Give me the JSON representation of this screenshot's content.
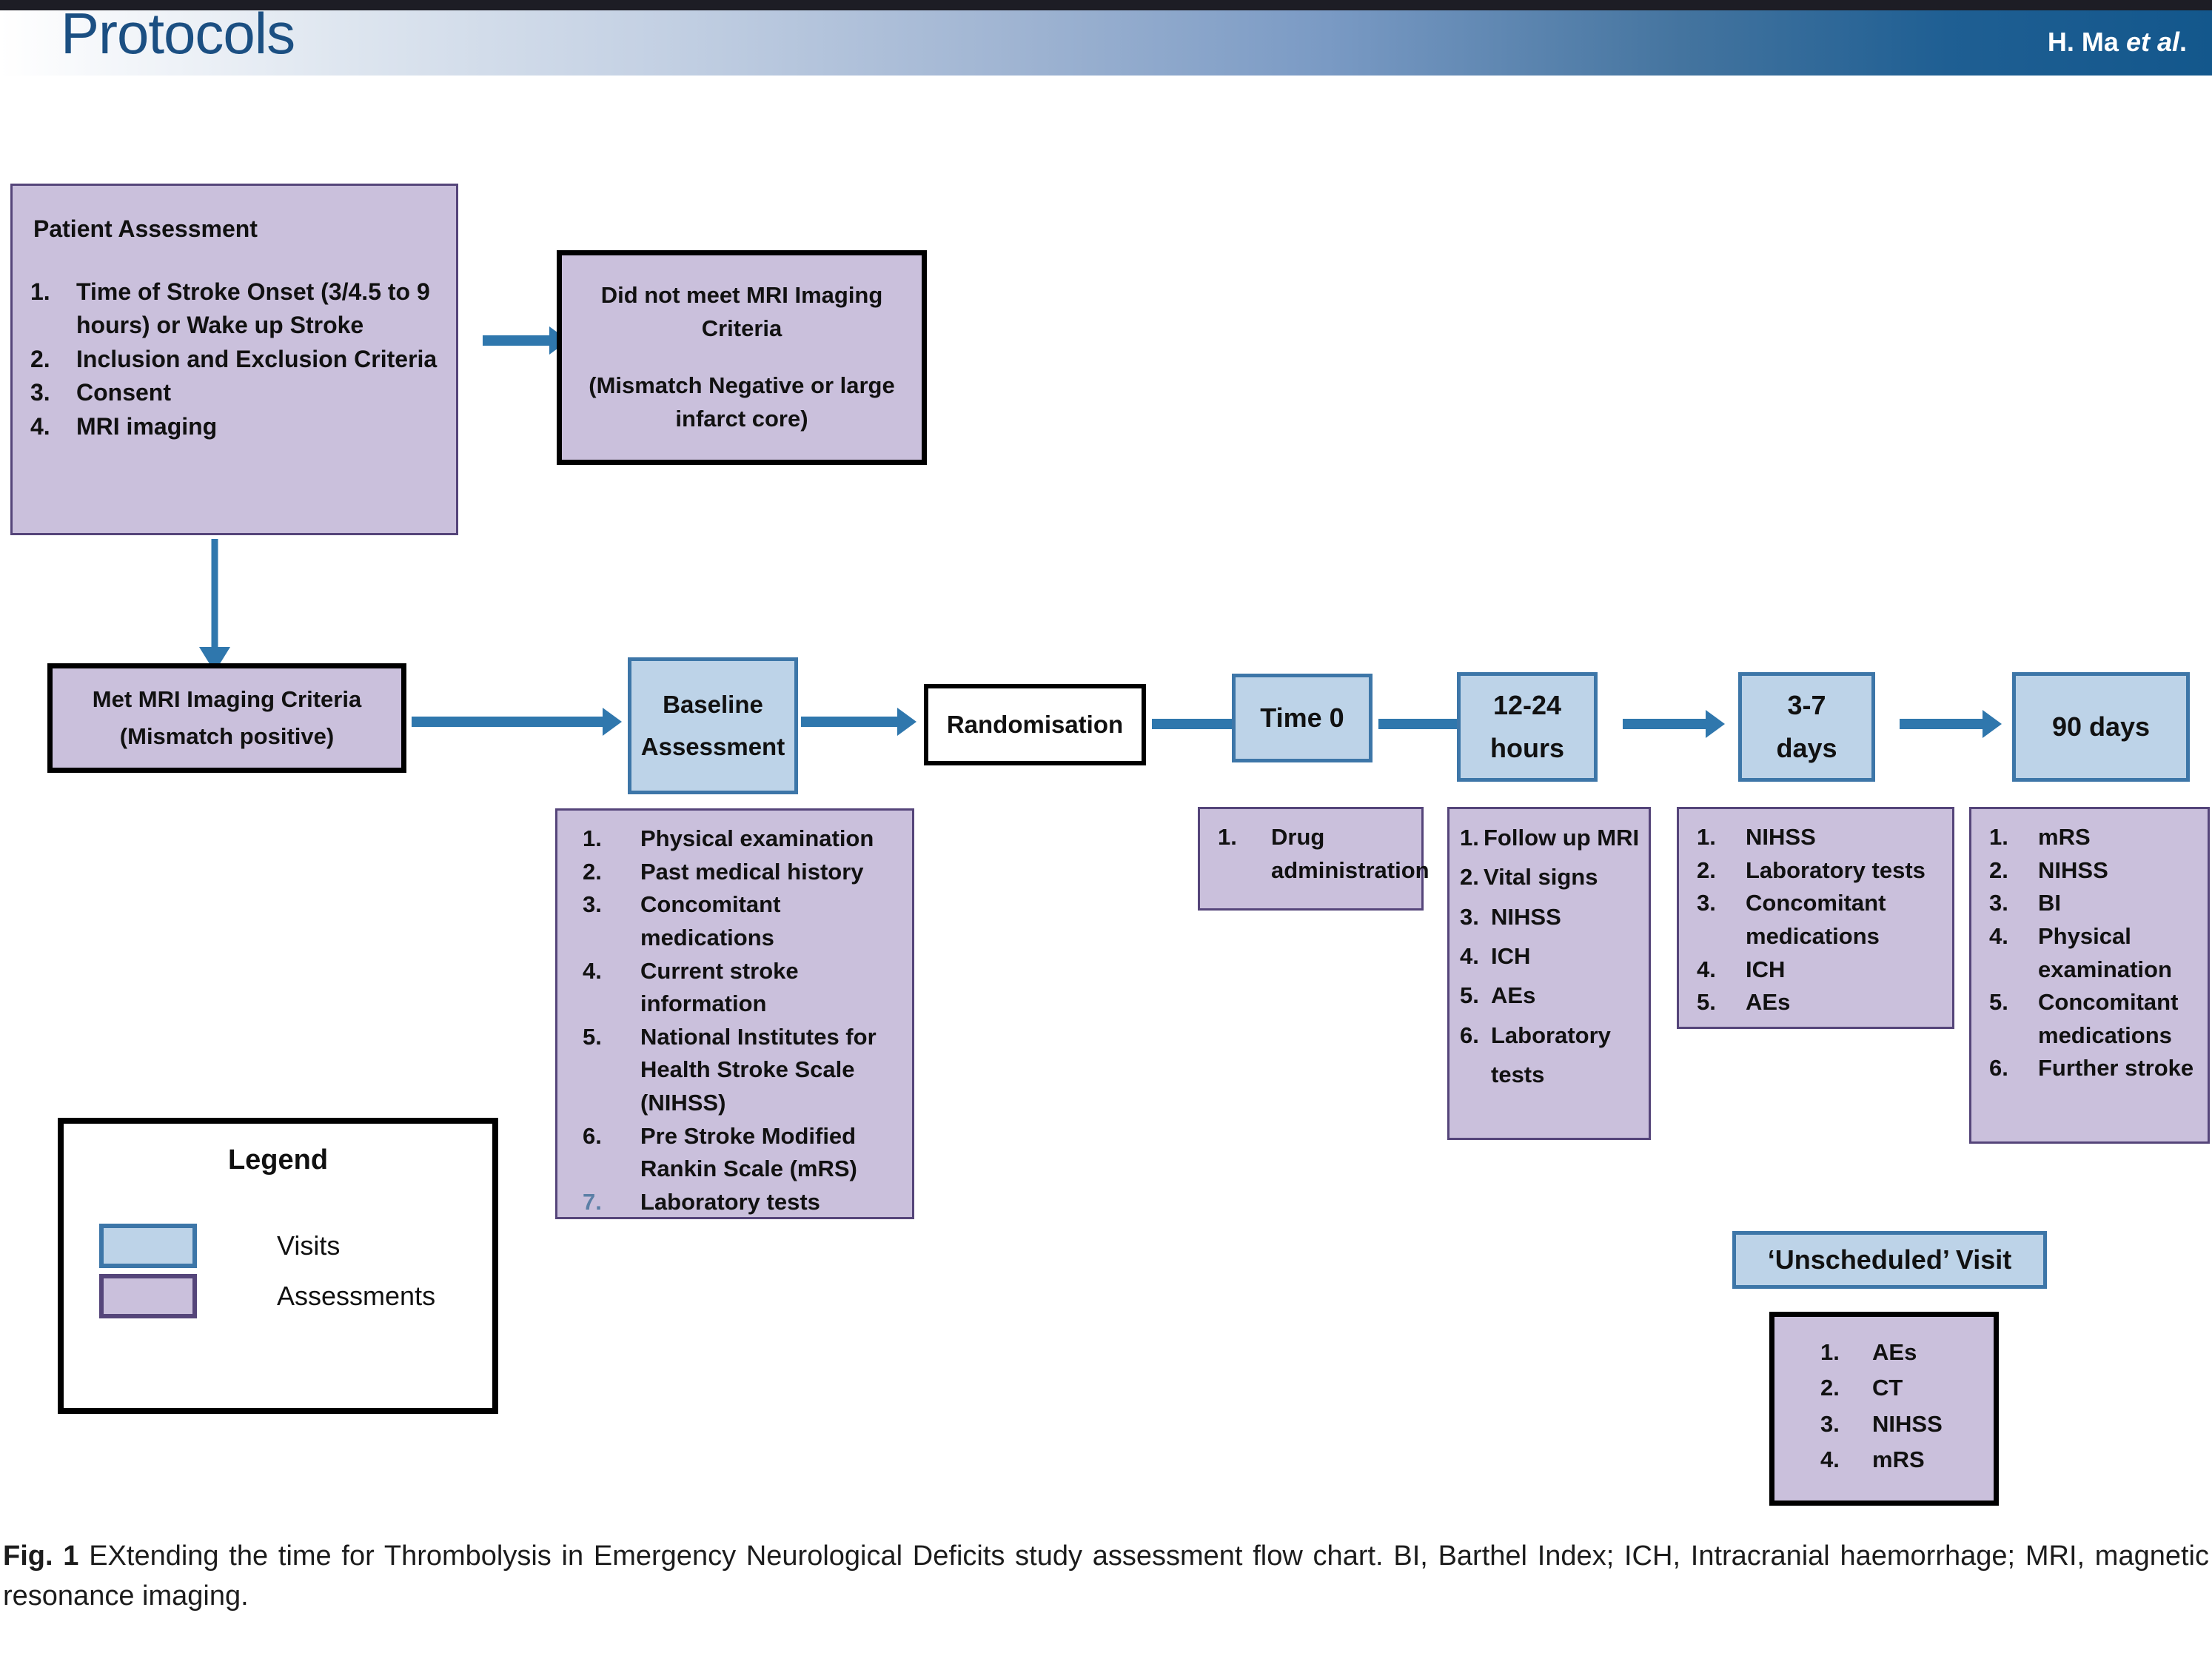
{
  "header": {
    "title": "Protocols",
    "authors_plain": "H. Ma ",
    "authors_italic": "et al",
    "authors_tail": "."
  },
  "flow": {
    "patient_assessment": {
      "title": "Patient Assessment",
      "items": [
        "Time of Stroke Onset (3/4.5 to 9 hours) or Wake up Stroke",
        "Inclusion and Exclusion Criteria",
        "Consent",
        "MRI imaging"
      ]
    },
    "did_not_meet": {
      "line1": "Did not meet MRI Imaging",
      "line2": "Criteria",
      "line3": "(Mismatch Negative or large",
      "line4": "infarct core)"
    },
    "met_criteria": {
      "line1": "Met MRI Imaging Criteria",
      "line2": "(Mismatch positive)"
    },
    "baseline_visit": {
      "line1": "Baseline",
      "line2": "Assessment"
    },
    "randomisation": {
      "label": "Randomisation"
    },
    "time0": {
      "label": "Time 0"
    },
    "hours_12_24": {
      "line1": "12-24",
      "line2": "hours"
    },
    "days_3_7": {
      "line1": "3-7",
      "line2": "days"
    },
    "days_90": {
      "label": "90 days"
    },
    "unscheduled": {
      "label": "‘Unscheduled’ Visit"
    }
  },
  "assessments": {
    "baseline": [
      "Physical examination",
      "Past medical history",
      "Concomitant medications",
      "Current stroke information",
      "National Institutes for Health Stroke Scale (NIHSS)",
      "Pre Stroke Modified Rankin Scale (mRS)",
      "Laboratory tests"
    ],
    "time0": [
      "Drug administration"
    ],
    "hours_12_24": [
      "Follow up MRI",
      "Vital signs",
      "NIHSS",
      "ICH",
      "AEs",
      "Laboratory tests"
    ],
    "days_3_7": [
      "NIHSS",
      "Laboratory tests",
      "Concomitant medications",
      "ICH",
      "AEs"
    ],
    "days_90": [
      "mRS",
      "NIHSS",
      "BI",
      "Physical examination",
      "Concomitant medications",
      "Further stroke"
    ],
    "unscheduled": [
      "AEs",
      "CT",
      "NIHSS",
      "mRS"
    ]
  },
  "legend": {
    "title": "Legend",
    "visits_label": "Visits",
    "assessments_label": "Assessments"
  },
  "caption": {
    "fig_number": "Fig. 1",
    "text": " EXtending the time for Thrombolysis in Emergency Neurological Deficits study assessment flow chart. BI, Barthel Index; ICH, Intracranial haemorrhage; MRI, magnetic resonance imaging."
  },
  "colors": {
    "assessment_fill": "#cac0dc",
    "assessment_border": "#55457a",
    "visit_fill": "#bdd3e8",
    "visit_border": "#3d76a8",
    "arrow": "#2f77ad",
    "header_title": "#1b4f82"
  }
}
